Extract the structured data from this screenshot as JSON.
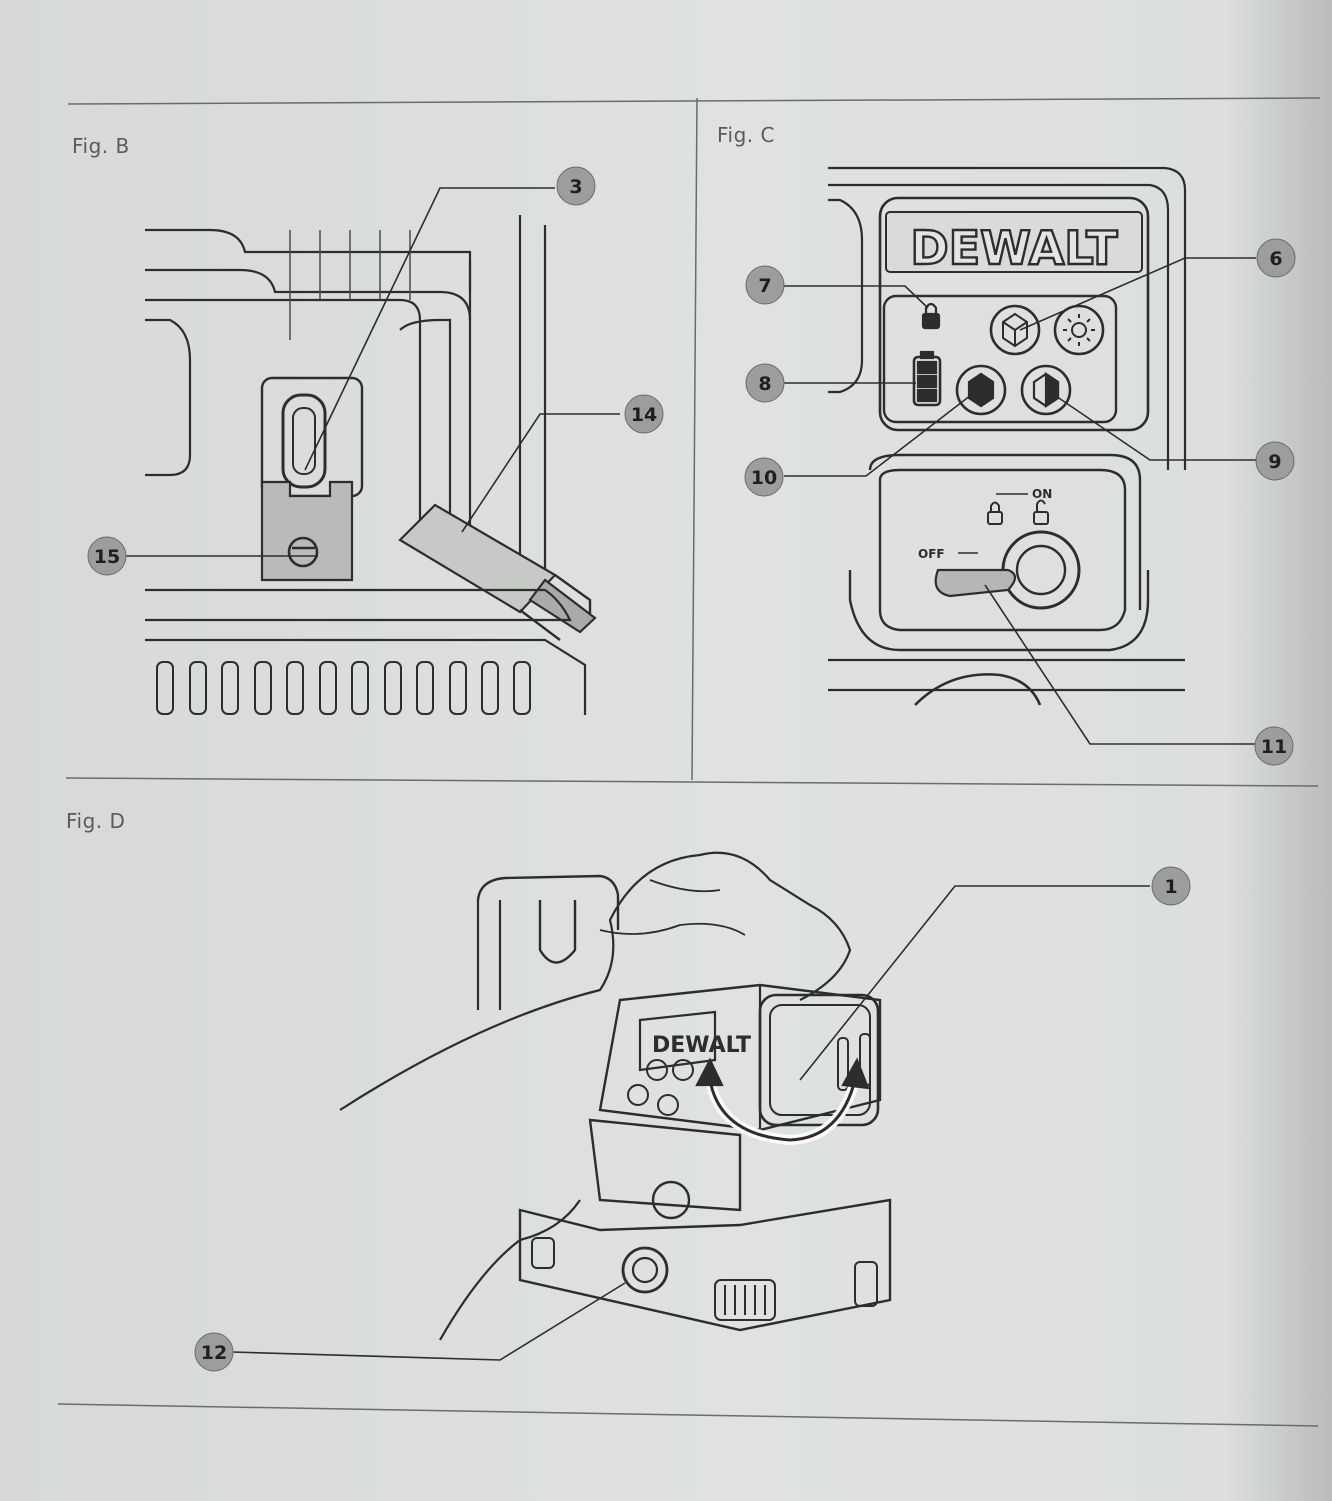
{
  "figures": {
    "fig_b": {
      "label": "Fig. B"
    },
    "fig_c": {
      "label": "Fig. C"
    },
    "fig_d": {
      "label": "Fig. D"
    }
  },
  "callouts": {
    "c3": "3",
    "c14": "14",
    "c15": "15",
    "c7": "7",
    "c6": "6",
    "c8": "8",
    "c10": "10",
    "c9": "9",
    "c11": "11",
    "c1": "1",
    "c12": "12"
  },
  "product": {
    "brand": "DEWALT",
    "switch_on": "ON",
    "switch_off": "OFF"
  },
  "colors": {
    "paper": "#dfe2df",
    "ink": "#2a2b2a",
    "callout_fill": "#9c9e9c"
  },
  "icons": [
    "lock-icon",
    "battery-icon",
    "sun-icon",
    "cube-icon",
    "unlock-icon",
    "cable-icon"
  ]
}
